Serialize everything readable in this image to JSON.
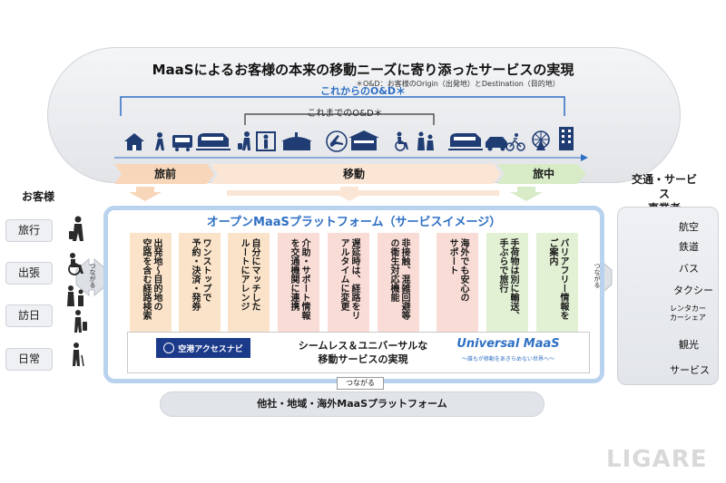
{
  "title": "MaaSによるお客様の本来の移動ニーズに寄り添ったサービスの実現",
  "footnote": "＊O&D：お客様のOrigin（出発地）とDestination（目的地）",
  "od_future": "これからのO&D＊",
  "od_past": "これまでのO&D＊",
  "phases": [
    "旅前",
    "移動",
    "旅中"
  ],
  "platform": {
    "title": "オープンMaaSプラットフォーム（サービスイメージ）",
    "cards": [
      {
        "text": "出発地～目的地の\n空路を含む経路検索",
        "color": "#fbe3c9"
      },
      {
        "text": "ワンストップで\n予約・決済・発券",
        "color": "#fbe3c9"
      },
      {
        "text": "自分にマッチした\nルートにアレンジ",
        "color": "#fbe3c9"
      },
      {
        "text": "介助・サポート情報\nを交通機関に連携",
        "color": "#f9dcd6"
      },
      {
        "text": "遅延時は、経路をリ\nアルタイムに変更",
        "color": "#f9dcd6"
      },
      {
        "text": "非接触、混雑回避等\nの衛生対応機能",
        "color": "#f9dcd6"
      },
      {
        "text": "海外でも安心の\nサポート",
        "color": "#f9dcd6"
      },
      {
        "text": "手荷物は別に輸送、\n手ぶらで旅行",
        "color": "#e2f0d4"
      },
      {
        "text": "バリアフリー情報を\nご案内",
        "color": "#e2f0d4"
      }
    ],
    "access_navi": "空港アクセスナビ",
    "seamless": "シームレス＆ユニバーサルな\n移動サービスの実現",
    "universal_maas": "Universal MaaS",
    "universal_sub": "～誰もが移動をあきらめない世界へ～",
    "connect_left": "つながる",
    "connect_right": "つながる",
    "connect_bottom": "つながる"
  },
  "customers": {
    "heading": "お客様",
    "items": [
      "旅行",
      "出張",
      "訪日",
      "日常"
    ]
  },
  "operators": {
    "heading_line1": "交通・サービス",
    "heading_line2": "事業者",
    "items": [
      {
        "label": "航空",
        "icon": "airplane-icon"
      },
      {
        "label": "鉄道",
        "icon": "train-icon"
      },
      {
        "label": "バス",
        "icon": "bus-icon"
      },
      {
        "label": "タクシー",
        "icon": "taxi-icon"
      },
      {
        "label": "レンタカー\nカーシェア",
        "icon": "rental-car-icon"
      },
      {
        "label": "観光",
        "icon": "ferris-wheel-icon"
      },
      {
        "label": "サービス",
        "icon": "wheelchair-luggage-icon"
      }
    ]
  },
  "other_platform": "他社・地域・海外MaaSプラットフォーム",
  "watermark": "LIGARE",
  "colors": {
    "accent_blue": "#2e6fc4",
    "platform_border": "#b9d2ee",
    "icon_navy": "#1f3c73",
    "phase_orange": "#f7d6b9",
    "phase_green": "#d6ebc6"
  }
}
